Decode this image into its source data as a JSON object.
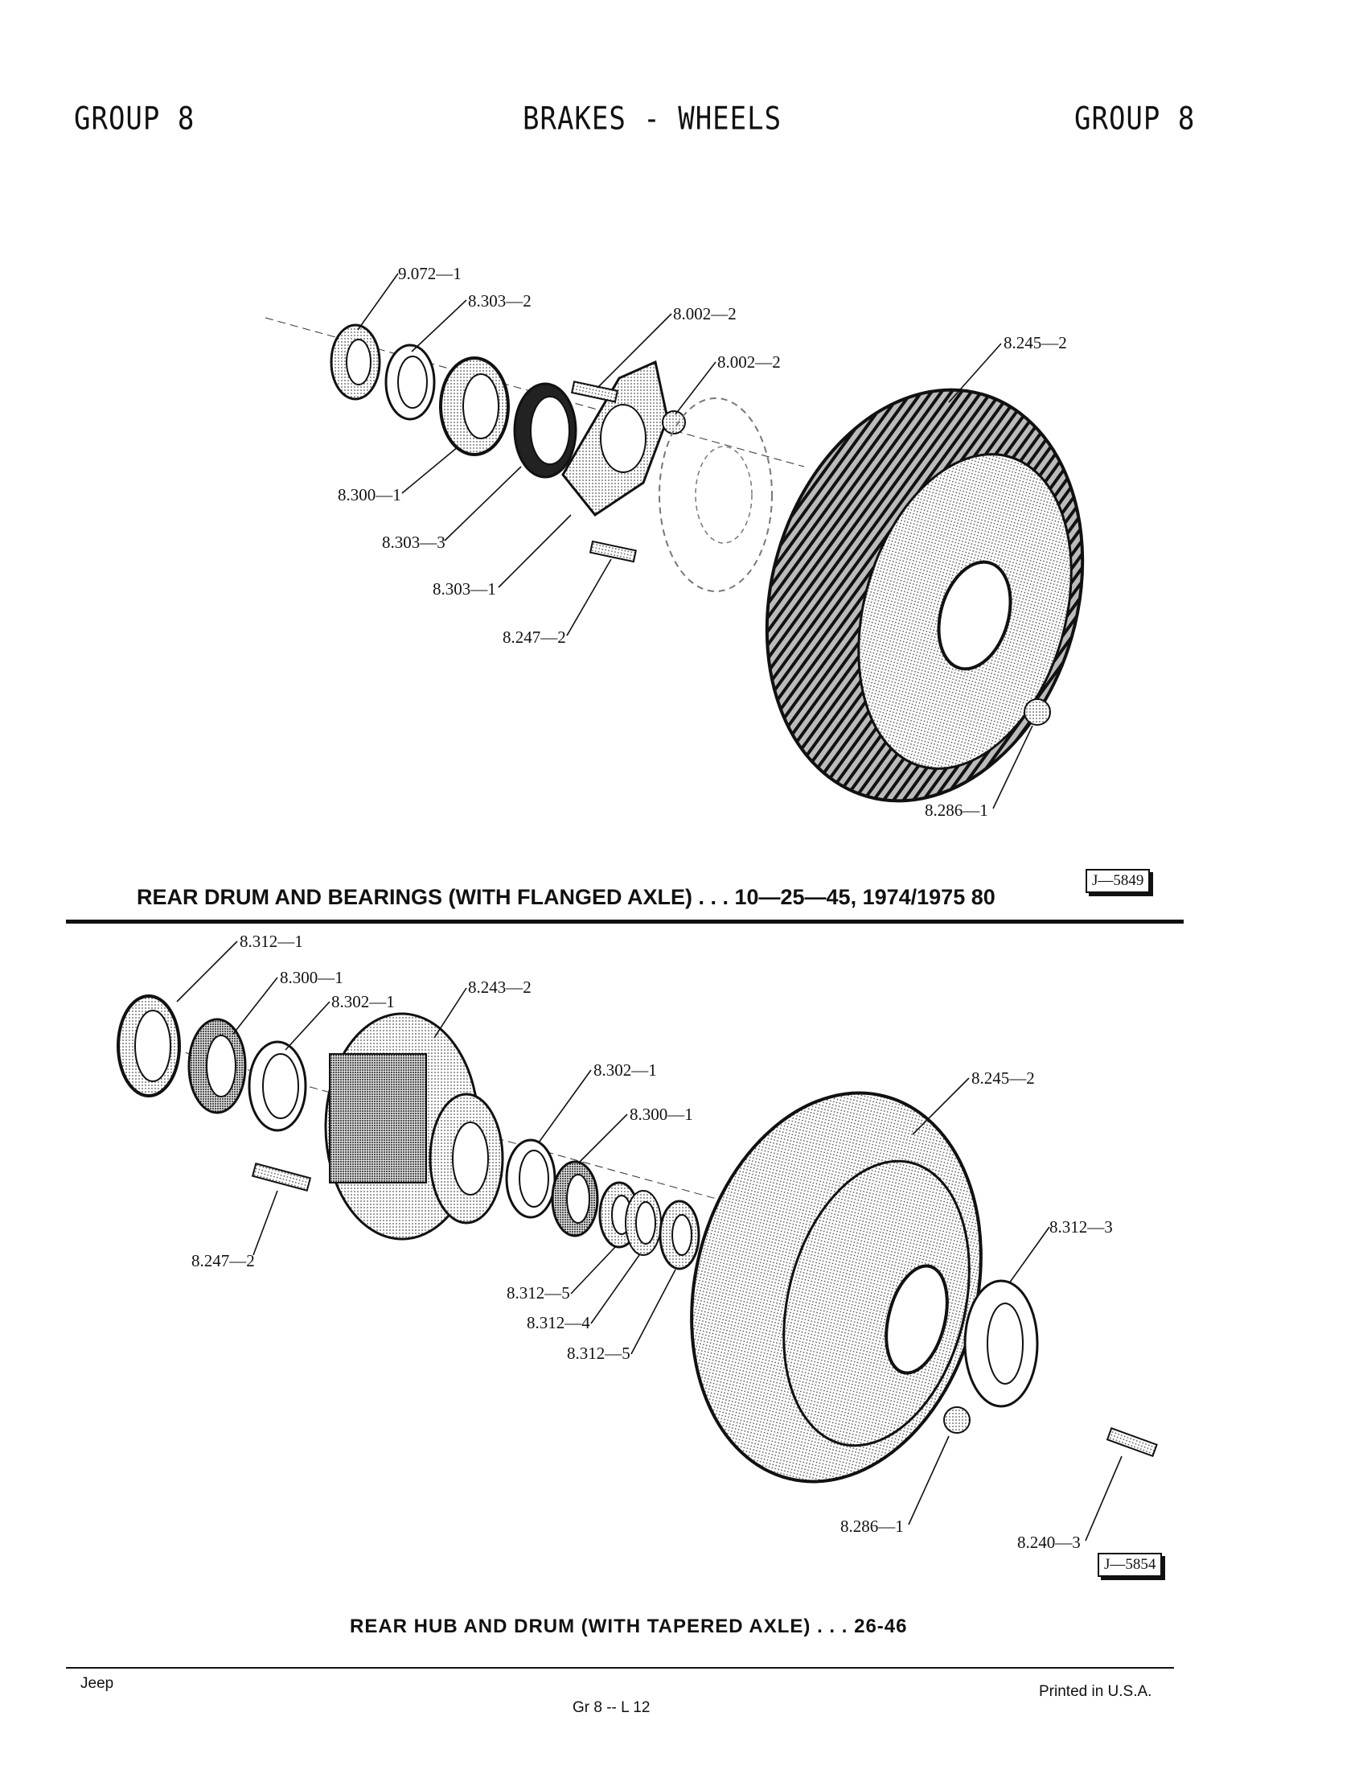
{
  "header": {
    "left": "GROUP 8",
    "center": "BRAKES - WHEELS",
    "right": "GROUP 8"
  },
  "figure1": {
    "caption": "REAR DRUM AND BEARINGS (WITH FLANGED AXLE) . . . 10—25—45, 1974/1975 80",
    "figure_id": "J—5849",
    "callouts": [
      "9.072—1",
      "8.303—2",
      "8.002—2",
      "8.002—2",
      "8.245—2",
      "8.300—1",
      "8.303—3",
      "8.303—1",
      "8.247—2",
      "8.286—1"
    ]
  },
  "figure2": {
    "caption": "REAR HUB AND DRUM (WITH TAPERED AXLE) . . . 26-46",
    "figure_id": "J—5854",
    "callouts": [
      "8.312—1",
      "8.300—1",
      "8.302—1",
      "8.243—2",
      "8.302—1",
      "8.300—1",
      "8.245—2",
      "8.247—2",
      "8.312—5",
      "8.312—4",
      "8.312—5",
      "8.312—3",
      "8.286—1",
      "8.240—3"
    ]
  },
  "footer": {
    "left": "Jeep",
    "center": "Gr 8 -- L 12",
    "right": "Printed in U.S.A."
  }
}
